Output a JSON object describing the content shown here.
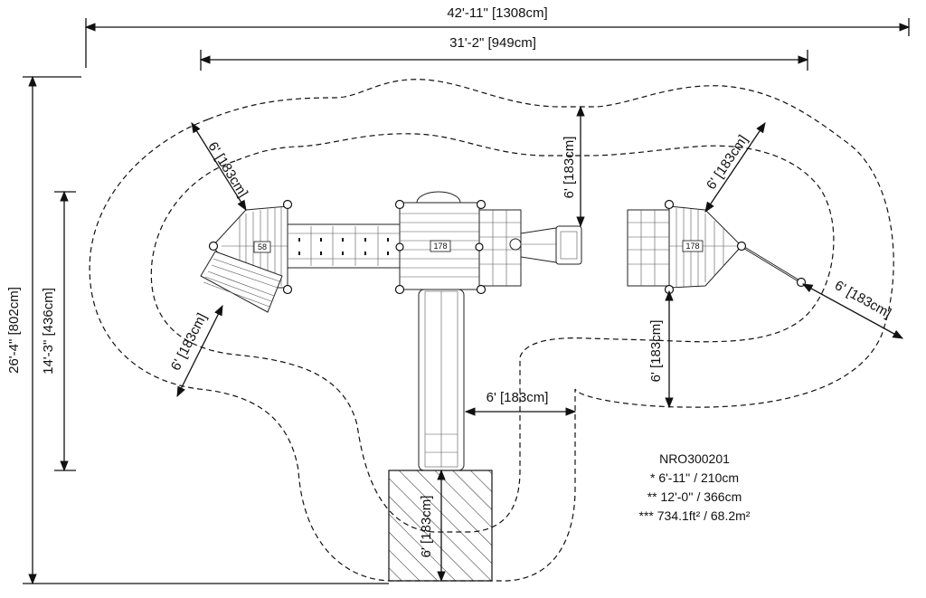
{
  "dimensions": {
    "overall_width": "42'-11\" [1308cm]",
    "structure_width": "31'-2\" [949cm]",
    "overall_depth": "26'-4\" [802cm]",
    "structure_depth": "14'-3\" [436cm]",
    "clearance": "6' [183cm]"
  },
  "deck_labels": {
    "left_deck": "58",
    "center_deck": "178",
    "right_deck": "178"
  },
  "info": {
    "model": "NRO300201",
    "fall_height": "* 6'-11'' / 210cm",
    "height": "** 12'-0'' / 366cm",
    "area": "*** 734.1ft² / 68.2m²"
  }
}
